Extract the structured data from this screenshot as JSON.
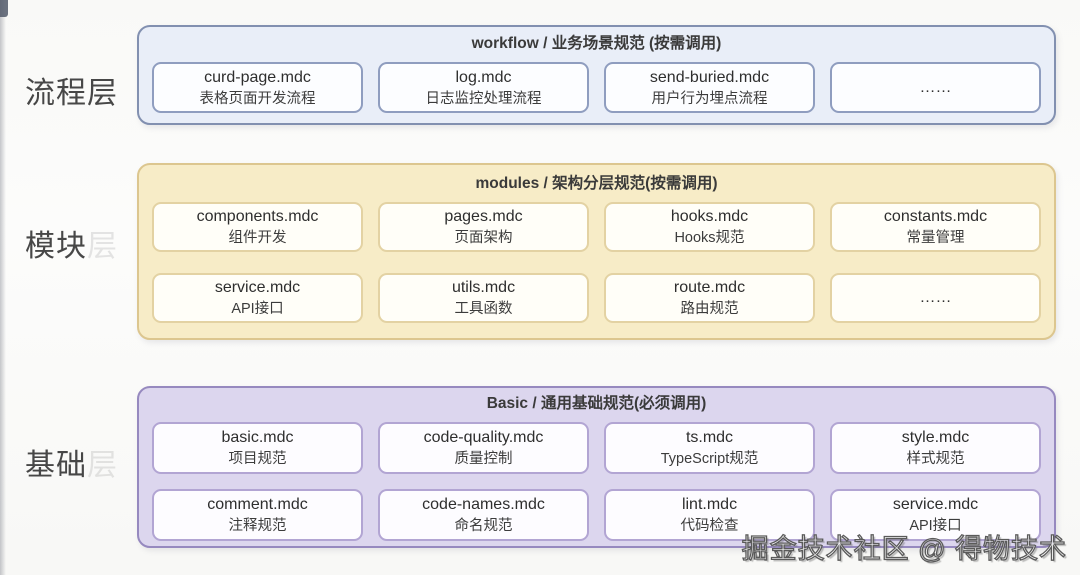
{
  "page": {
    "watermark": "掘金技术社区 @ 得物技术"
  },
  "layers": [
    {
      "id": "workflow",
      "side_label": "流程层",
      "side_label_faded": "",
      "title": "workflow / 业务场景规范 (按需调用)",
      "colors": {
        "bg": "#e9eef8",
        "bd": "#8290b0",
        "card_bg": "#fcfdff",
        "card_bd": "#8f9dbf"
      },
      "cards": [
        [
          {
            "name": "curd-page.mdc",
            "desc": "表格页面开发流程"
          },
          {
            "name": "log.mdc",
            "desc": "日志监控处理流程"
          },
          {
            "name": "send-buried.mdc",
            "desc": "用户行为埋点流程"
          },
          {
            "name": "……",
            "desc": ""
          }
        ]
      ]
    },
    {
      "id": "modules",
      "side_label": "模块",
      "side_label_faded": "层",
      "title": "modules / 架构分层规范(按需调用)",
      "colors": {
        "bg": "#f7ecc7",
        "bd": "#dcc68f",
        "card_bg": "#fffef8",
        "card_bd": "#e3d2a3"
      },
      "cards": [
        [
          {
            "name": "components.mdc",
            "desc": "组件开发"
          },
          {
            "name": "pages.mdc",
            "desc": "页面架构"
          },
          {
            "name": "hooks.mdc",
            "desc": "Hooks规范"
          },
          {
            "name": "constants.mdc",
            "desc": "常量管理"
          }
        ],
        [
          {
            "name": "service.mdc",
            "desc": "API接口"
          },
          {
            "name": "utils.mdc",
            "desc": "工具函数"
          },
          {
            "name": "route.mdc",
            "desc": "路由规范"
          },
          {
            "name": "……",
            "desc": ""
          }
        ]
      ]
    },
    {
      "id": "basic",
      "side_label": "基础",
      "side_label_faded": "层",
      "title": "Basic / 通用基础规范(必须调用)",
      "colors": {
        "bg": "#dcd6ee",
        "bd": "#9689bf",
        "card_bg": "#fdfcff",
        "card_bd": "#b2a5d3"
      },
      "cards": [
        [
          {
            "name": "basic.mdc",
            "desc": "项目规范"
          },
          {
            "name": "code-quality.mdc",
            "desc": "质量控制"
          },
          {
            "name": "ts.mdc",
            "desc": "TypeScript规范"
          },
          {
            "name": "style.mdc",
            "desc": "样式规范"
          }
        ],
        [
          {
            "name": "comment.mdc",
            "desc": "注释规范"
          },
          {
            "name": "code-names.mdc",
            "desc": "命名规范"
          },
          {
            "name": "lint.mdc",
            "desc": "代码检查"
          },
          {
            "name": "service.mdc",
            "desc": "API接口"
          }
        ]
      ]
    }
  ]
}
